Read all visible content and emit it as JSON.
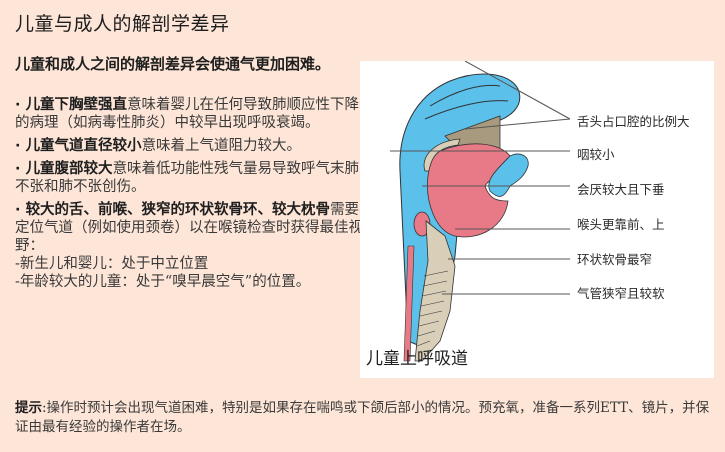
{
  "header": {
    "title": "儿童与成人的解剖学差异"
  },
  "intro": "儿童和成人之间的解剖差异会使通气更加困难。",
  "bullets": [
    {
      "bold": "儿童下胸壁强直",
      "text": "意味着婴儿在任何导致肺顺应性下降的病理（如病毒性肺炎）中较早出现呼吸衰竭。"
    },
    {
      "bold": "儿童气道直径较小",
      "text": "意味着上气道阻力较大。"
    },
    {
      "bold": "儿童腹部较大",
      "text": "意味着低功能性残气量易导致呼气末肺不张和肺不张创伤。"
    },
    {
      "bold": "较大的舌、前喉、狭窄的环状软骨环、较大枕骨",
      "text": "需要定位气道（例如使用颈卷）以在喉镜检查时获得最佳视野：",
      "sublines": [
        "-新生儿和婴儿：处于中立位置",
        "-年龄较大的儿童：处于“嗅早晨空气”的位置。"
      ]
    }
  ],
  "figure": {
    "caption": "儿童上呼吸道",
    "labels": [
      "舌头占口腔的比例大",
      "咽较小",
      "会厌较大且下垂",
      "喉头更靠前、上",
      "环状软骨最窄",
      "气管狭窄且较软"
    ],
    "colors": {
      "airway_blue": "#5bc0ea",
      "tongue_pink": "#e77a86",
      "cartilage_beige": "#d9cfb8",
      "palate_brown": "#a89a7e"
    }
  },
  "tip": {
    "bold": "提示",
    "text": ":操作时预计会出现气道困难，特别是如果存在喘鸣或下颌后部小的情况。预充氧，准备一系列ETT、镜片，并保证由最有经验的操作者在场。"
  },
  "colors": {
    "background": "#fde5d7",
    "figure_background": "#ffffff"
  }
}
